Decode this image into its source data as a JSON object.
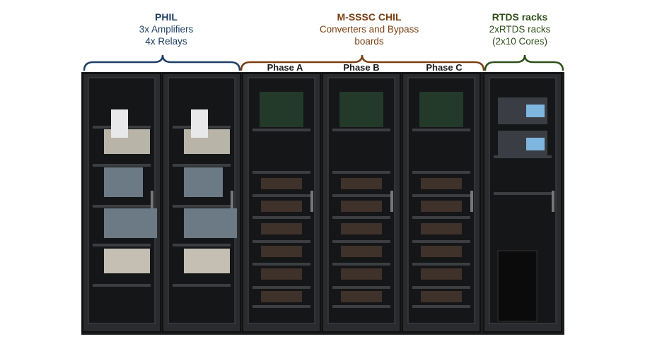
{
  "labels": {
    "phil": {
      "title": "PHIL",
      "line1": "3x Amplifiers",
      "line2": "4x Relays",
      "color": "#1f3f66"
    },
    "chil": {
      "title": "M-SSSC CHIL",
      "line1": "Converters and Bypass",
      "line2": "boards",
      "color": "#7a3f12"
    },
    "rtds": {
      "title": "RTDS racks",
      "line1": "2xRTDS racks",
      "line2": "(2x10 Cores)",
      "color": "#2f4f1a"
    }
  },
  "phases": [
    "Phase A",
    "Phase B",
    "Phase C"
  ]
}
